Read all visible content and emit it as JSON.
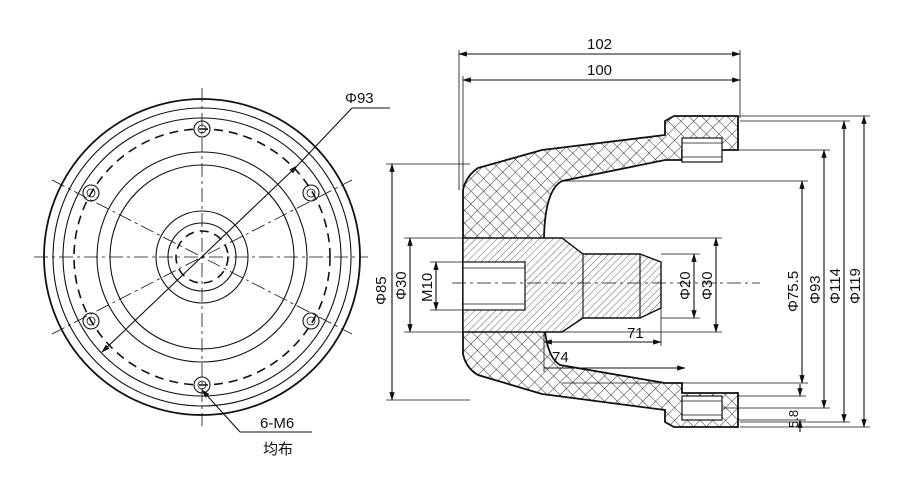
{
  "drawing": {
    "front_view": {
      "dia_bolt_circle": "Φ93",
      "holes_label": "6-M6",
      "holes_note": "均布"
    },
    "section_view": {
      "len_overall": "102",
      "len_body": "100",
      "len_bore": "71",
      "len_thread": "74",
      "dia_85": "Φ85",
      "dia_30_left": "Φ30",
      "thread_left": "M10",
      "dia_20": "Φ20",
      "dia_30_right": "Φ30",
      "dia_75_5": "Φ75.5",
      "dia_93": "Φ93",
      "dia_114": "Φ114",
      "dia_119": "Φ119",
      "flange_thk": "5.8"
    }
  },
  "colors": {
    "line": "#111111",
    "hatch": "#333333",
    "insert_hatch": "#555555"
  }
}
